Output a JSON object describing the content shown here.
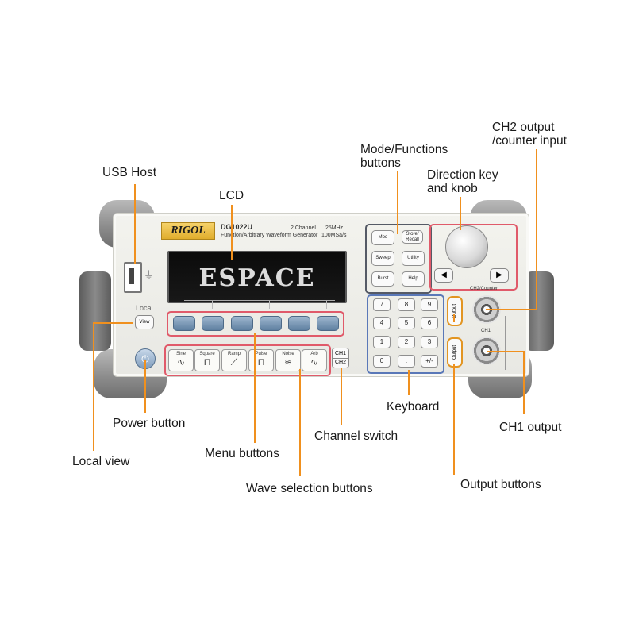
{
  "device": {
    "brand": "RIGOL",
    "model": "DG1022U",
    "subtitle": "Function/Arbitrary Waveform Generator",
    "spec_channels": "2 Channel",
    "spec_freq": "25MHz",
    "spec_rate": "100MSa/s",
    "lcd_text": "ESPACE",
    "local_label": "Local",
    "view_label": "View",
    "wave_buttons": [
      "Sine",
      "Square",
      "Ramp",
      "Pulse",
      "Noise",
      "Arb"
    ],
    "wave_glyphs": [
      "∿",
      "⊓",
      "⟋",
      "⊓",
      "≋",
      "∿"
    ],
    "ch_switch": [
      "CH1",
      "CH2"
    ],
    "mode_buttons": [
      "Mod",
      "Store/\nRecall",
      "Sweep",
      "Utility",
      "Burst",
      "Help"
    ],
    "keypad": [
      "7",
      "8",
      "9",
      "4",
      "5",
      "6",
      "1",
      "2",
      "3",
      "0",
      ".",
      "+/-"
    ],
    "output_label": "Output",
    "ch2_port": "CH2/Counter",
    "ch1_port": "CH1",
    "arrow_left": "◀",
    "arrow_right": "▶"
  },
  "labels": {
    "usb_host": "USB Host",
    "lcd": "LCD",
    "mode_line1": "Mode/Functions",
    "mode_line2": "buttons",
    "direction_line1": "Direction key",
    "direction_line2": "and knob",
    "ch2_line1": "CH2 output",
    "ch2_line2": "/counter input",
    "power": "Power button",
    "local_view": "Local view",
    "menu": "Menu buttons",
    "channel_switch": "Channel switch",
    "wave_selection": "Wave selection buttons",
    "keyboard": "Keyboard",
    "ch1_output": "CH1 output",
    "output_buttons": "Output buttons"
  },
  "colors": {
    "callout_line": "#f0901e",
    "menu_highlight": "#e05a6a",
    "keyboard_highlight": "#5a78b8",
    "mode_highlight": "#555a66",
    "output_highlight": "#e29522"
  }
}
